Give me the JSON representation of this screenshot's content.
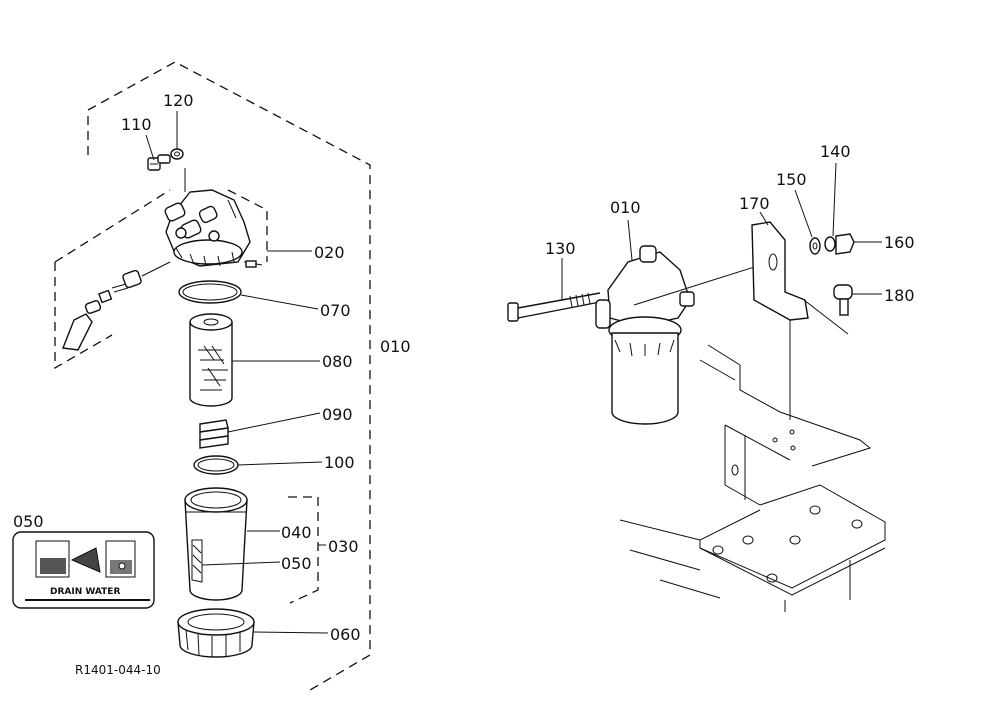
{
  "parts": {
    "p010_left": "010",
    "p020": "020",
    "p030": "030",
    "p040": "040",
    "p050": "050",
    "p060": "060",
    "p070": "070",
    "p080": "080",
    "p090": "090",
    "p100": "100",
    "p110": "110",
    "p120": "120",
    "p010_right": "010",
    "p130": "130",
    "p140": "140",
    "p150": "150",
    "p160": "160",
    "p170": "170",
    "p180": "180"
  },
  "decal": {
    "number": "050",
    "caption": "DRAIN WATER"
  },
  "drawing_code": "R1401-044-10"
}
